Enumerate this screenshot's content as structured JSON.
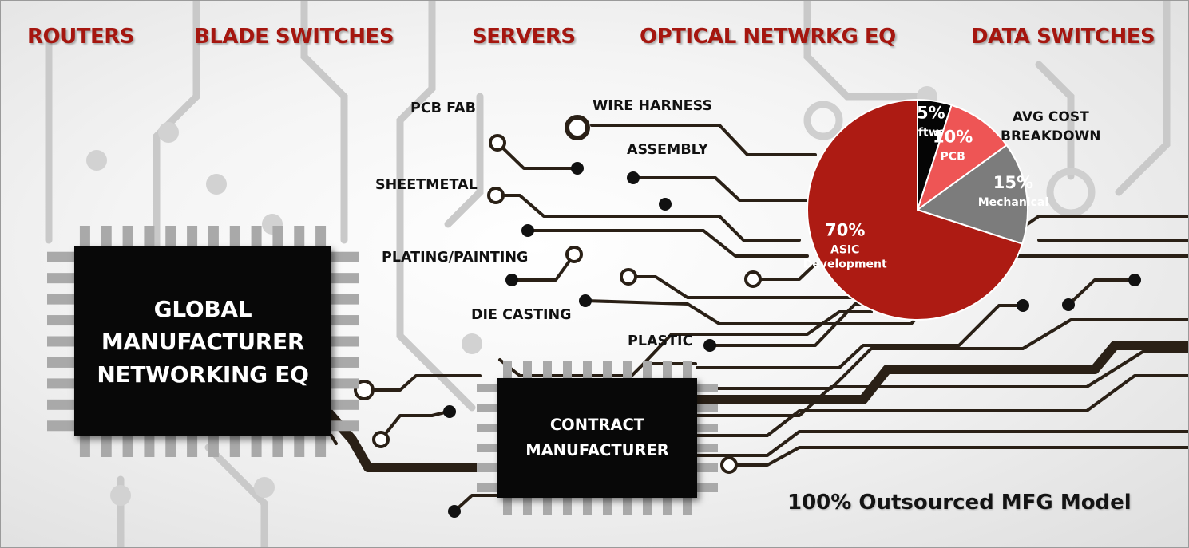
{
  "categories": [
    "ROUTERS",
    "BLADE SWITCHES",
    "SERVERS",
    "OPTICAL NETWRKG EQ",
    "DATA SWITCHES"
  ],
  "processes": {
    "pcb_fab": "PCB FAB",
    "wire_harness": "WIRE HARNESS",
    "assembly": "ASSEMBLY",
    "sheetmetal": "SHEETMETAL",
    "plating_painting": "PLATING/PAINTING",
    "die_casting": "DIE CASTING",
    "plastic": "PLASTIC"
  },
  "chips": {
    "global": [
      "GLOBAL",
      "MANUFACTURER",
      "NETWORKING EQ"
    ],
    "contract": [
      "CONTRACT",
      "MANUFACTURER"
    ]
  },
  "cost_breakdown": {
    "title_lines": [
      "AVG COST",
      "BREAKDOWN"
    ],
    "slices": [
      {
        "label": "Software",
        "percent": 5,
        "display": "5%",
        "color": "#050505"
      },
      {
        "label": "PCB",
        "percent": 10,
        "display": "10%",
        "color": "#ee5555"
      },
      {
        "label": "Mechanical",
        "percent": 15,
        "display": "15%",
        "color": "#7c7c7c"
      },
      {
        "label": "ASIC",
        "label_line2": "Development",
        "percent": 70,
        "display": "70%",
        "color": "#ad1b13"
      }
    ]
  },
  "caption": "100% Outsourced MFG Model",
  "colors": {
    "accent": "#a5160f",
    "trace_dark": "#2a2016",
    "trace_light": "#c8c8c8",
    "chip": "#080808"
  }
}
